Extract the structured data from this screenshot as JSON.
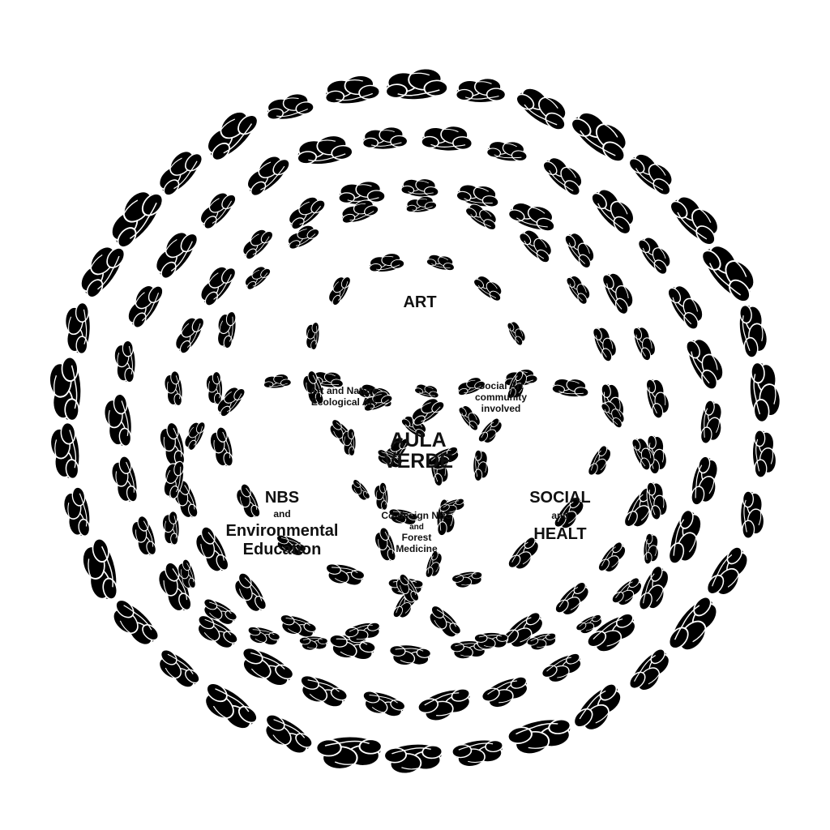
{
  "diagram": {
    "center": {
      "line1": "AULA",
      "line2": "VERDE"
    },
    "sectors": {
      "art": {
        "title": "ART"
      },
      "nbs": {
        "line1": "NBS",
        "line2": "and",
        "line3": "Environmental",
        "line4": "Education"
      },
      "social": {
        "line1": "SOCIAL",
        "line2": "and",
        "line3": "HEALT"
      }
    },
    "overlaps": {
      "art_nbs": {
        "line1": "Art and Nature",
        "line2": "Ecological Art"
      },
      "art_social": {
        "line1": "Social Art",
        "line2": "community",
        "line3": "involved"
      },
      "nbs_social": {
        "line1": "Co-design NBS",
        "line2": "and",
        "line3": "Forest",
        "line4": "Medicine"
      }
    },
    "colors": {
      "cloud_fill": "#000000",
      "cloud_outline": "#ffffff",
      "text": "#111111",
      "background": "#ffffff"
    },
    "icon": "cloud-icon"
  }
}
